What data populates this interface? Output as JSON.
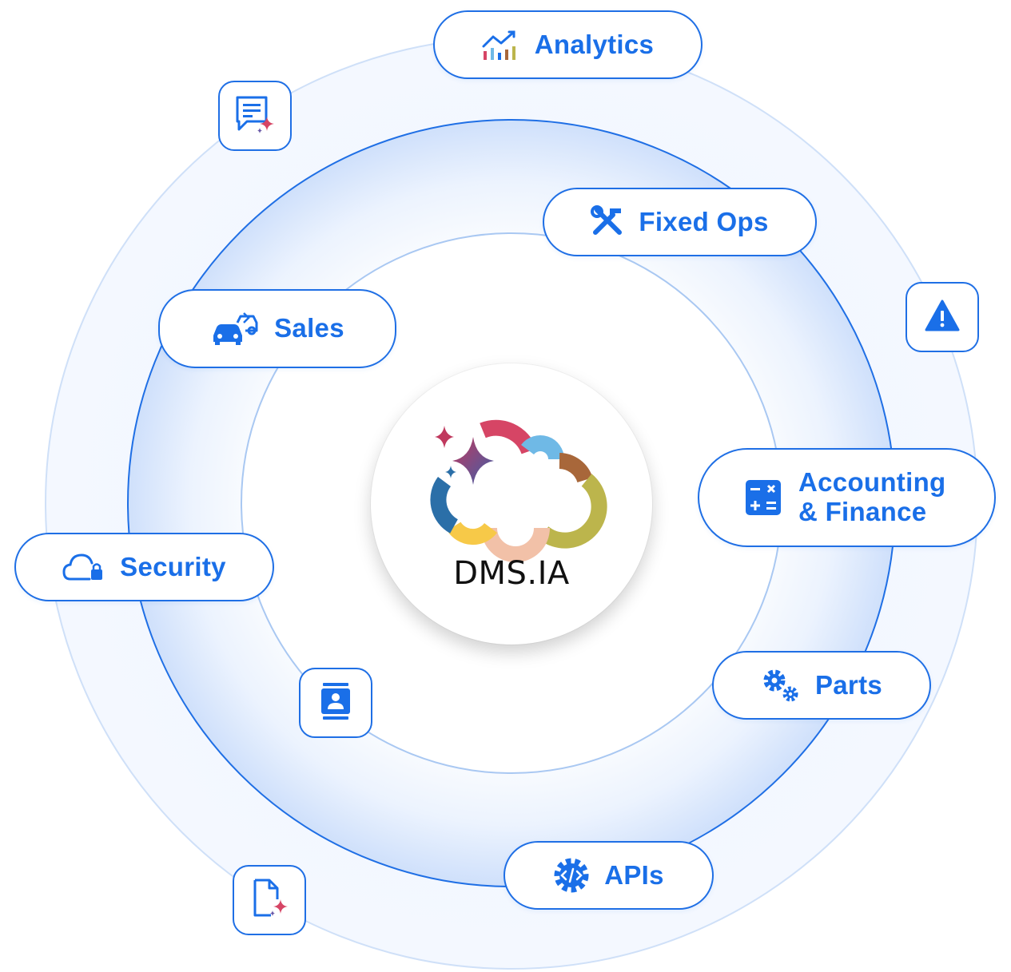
{
  "center": {
    "brand": "DMS.IA"
  },
  "modules": [
    {
      "label": "Analytics",
      "icon": "analytics-chart-icon"
    },
    {
      "label": "Fixed Ops",
      "icon": "tools-icon"
    },
    {
      "label": "Sales",
      "icon": "car-sales-icon"
    },
    {
      "label_line1": "Accounting",
      "label_line2": "& Finance",
      "icon": "calculator-icon"
    },
    {
      "label": "Security",
      "icon": "cloud-lock-icon"
    },
    {
      "label": "Parts",
      "icon": "gears-icon"
    },
    {
      "label": "APIs",
      "icon": "code-gear-icon"
    }
  ],
  "tiles": [
    {
      "icon": "ai-chat-icon"
    },
    {
      "icon": "warning-icon"
    },
    {
      "icon": "contact-card-icon"
    },
    {
      "icon": "ai-document-icon"
    }
  ],
  "colors": {
    "accent": "#1a6fe8",
    "ring_fill": "#dbe8fc",
    "logo_red": "#d64565",
    "logo_blue": "#2b6fa8",
    "logo_yellow": "#f7c948",
    "logo_peach": "#f2c1a8",
    "logo_olive": "#bcb54c",
    "logo_brown": "#a8673a",
    "logo_sky": "#6fb9e6"
  }
}
